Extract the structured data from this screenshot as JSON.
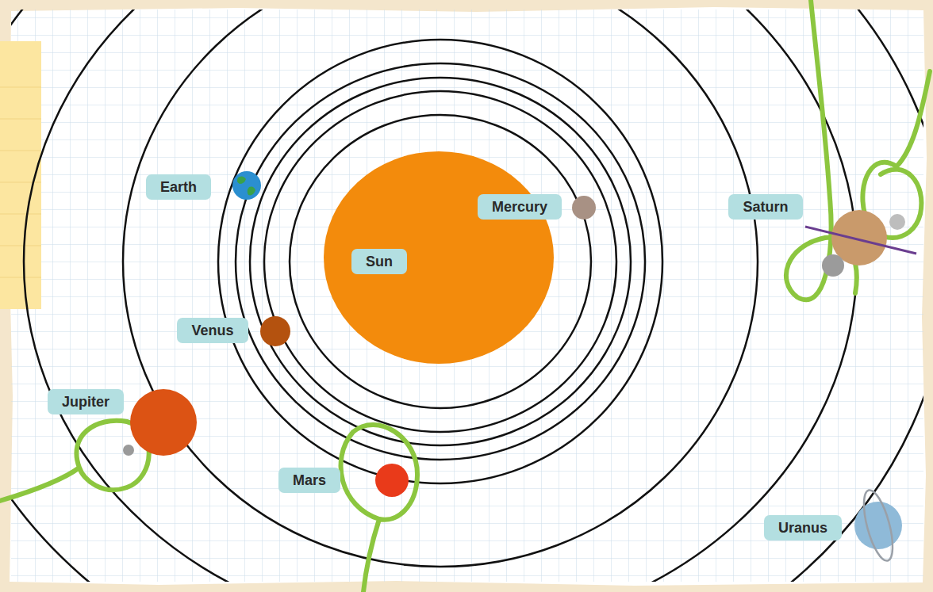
{
  "diagram": {
    "nodes": [
      {
        "text": [
          "Earth"
        ]
      },
      {
        "text": [
          "Mercury"
        ]
      },
      {
        "text": [
          "Saturn"
        ]
      },
      {
        "text": [
          "Sun"
        ]
      },
      {
        "text": [
          "Venus"
        ]
      },
      {
        "text": [
          "Jupiter"
        ]
      },
      {
        "text": [
          "Mars"
        ]
      },
      {
        "text": [
          "Uranus"
        ]
      }
    ]
  }
}
